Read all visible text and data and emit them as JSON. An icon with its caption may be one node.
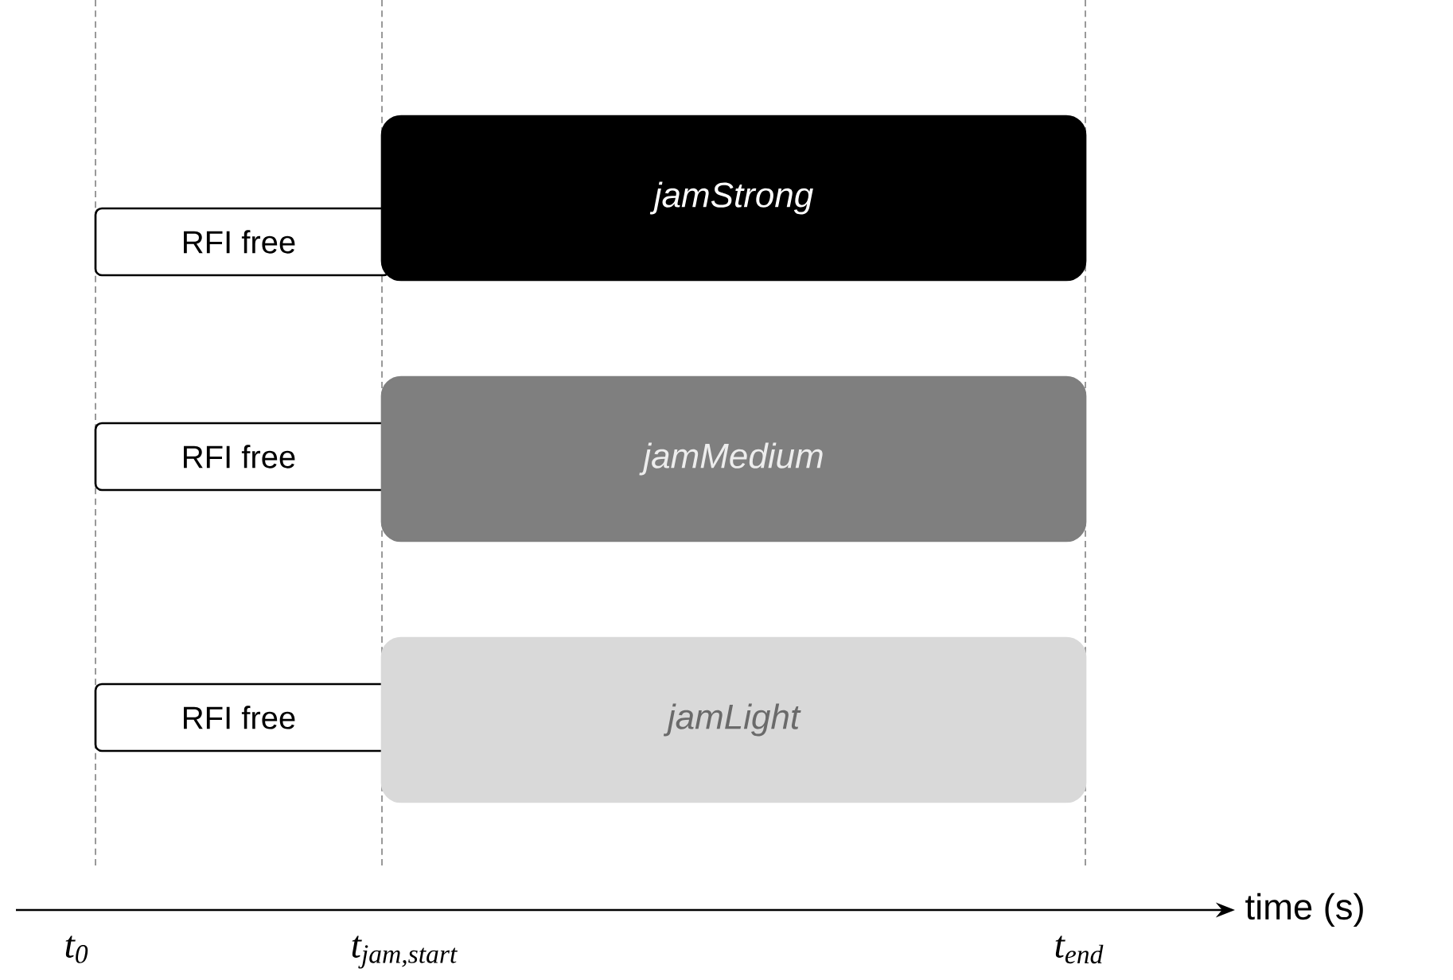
{
  "diagram": {
    "nodes": [
      {
        "text": [
          "RFI free"
        ]
      },
      {
        "text": [
          "jamStrong"
        ]
      },
      {
        "text": [
          "RFI free"
        ]
      },
      {
        "text": [
          "jamMedium"
        ]
      },
      {
        "text": [
          "RFI free"
        ]
      },
      {
        "text": [
          "jamLight"
        ]
      }
    ],
    "labels": [
      "time (s)",
      "t$_{0}$",
      "t$_{jam,start}$",
      "t$_{end}$"
    ]
  }
}
